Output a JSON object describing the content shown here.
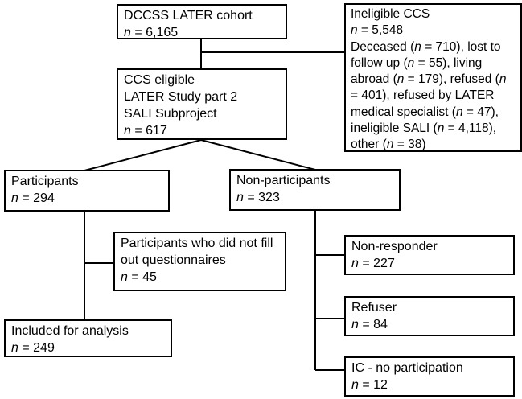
{
  "figure": {
    "type": "flow-diagram",
    "colors": {
      "border": "#000000",
      "background": "#ffffff",
      "text": "#000000"
    },
    "boxes": {
      "cohort": {
        "lines": [
          "DCCSS LATER cohort",
          "n = 6,165"
        ]
      },
      "ineligible": {
        "lines": [
          "Ineligible CCS",
          "n = 5,548",
          "Deceased (n = 710), lost to follow up (n = 55), living abroad (n = 179), refused (n = 401), refused by LATER medical specialist (n = 47), ineligible SALI (n = 4,118), other (n = 38)"
        ]
      },
      "eligible": {
        "lines": [
          "CCS eligible",
          "LATER Study part 2",
          "SALI Subproject",
          "n = 617"
        ]
      },
      "participants": {
        "lines": [
          "Participants",
          "n = 294"
        ]
      },
      "non_participants": {
        "lines": [
          "Non-participants",
          "n = 323"
        ]
      },
      "no_questionnaires": {
        "lines": [
          "Participants who did not fill out questionnaires",
          "n = 45"
        ]
      },
      "included": {
        "lines": [
          "Included for analysis",
          "n = 249"
        ]
      },
      "non_responder": {
        "lines": [
          "Non-responder",
          "n = 227"
        ]
      },
      "refuser": {
        "lines": [
          "Refuser",
          "n = 84"
        ]
      },
      "ic_no_participation": {
        "lines": [
          "IC - no participation",
          "n = 12"
        ]
      }
    }
  }
}
